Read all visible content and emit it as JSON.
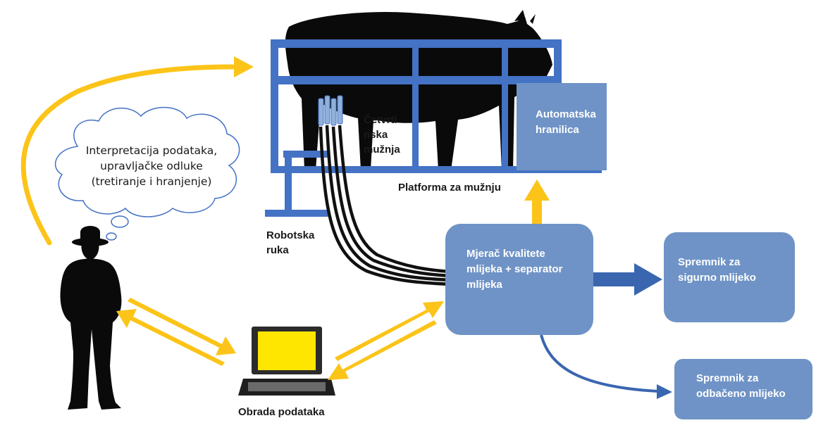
{
  "thought_bubble": {
    "line1": "Interpretacija podataka,",
    "line2": "upravljačke odluke",
    "line3": "(tretiranje i hranjenje)"
  },
  "labels": {
    "quarter_milking_1": "Četvrti",
    "quarter_milking_2": "nska",
    "quarter_milking_3": "mužnja",
    "platform": "Platforma za mužnju",
    "robot_arm_1": "Robotska",
    "robot_arm_2": "ruka",
    "data_processing": "Obrada podataka"
  },
  "boxes": {
    "feeder_1": "Automatska",
    "feeder_2": "hranilica",
    "meter_1": "Mjerač kvalitete",
    "meter_2": "mlijeka + separator",
    "meter_3": "mlijeka",
    "safe_1": "Spremnik za",
    "safe_2": "sigurno mlijeko",
    "reject_1": "Spremnik za",
    "reject_2": "odbačeno mlijeko"
  },
  "colors": {
    "box_fill": "#6f93c6",
    "frame_blue": "#4472c4",
    "arrow_yellow": "#fcc419",
    "arrow_blue": "#3a66b0",
    "silhouette": "#0a0a0a"
  }
}
